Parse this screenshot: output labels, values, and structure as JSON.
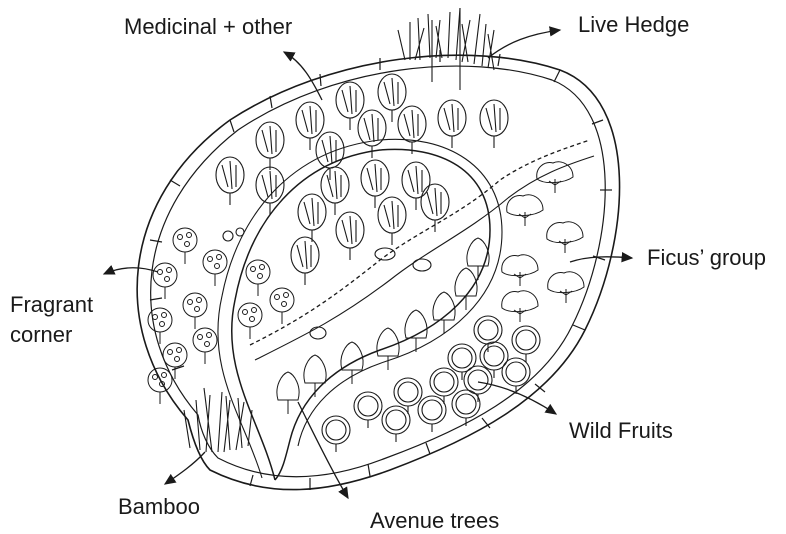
{
  "labels": {
    "medicinal": "Medicinal + other",
    "live_hedge": "Live Hedge",
    "ficus": "Ficus’ group",
    "fragrant_line1": "Fragrant",
    "fragrant_line2": "corner",
    "wild_fruits": "Wild Fruits",
    "bamboo": "Bamboo",
    "avenue_trees": "Avenue trees"
  },
  "colors": {
    "ink": "#1a1a1a",
    "paper": "#ffffff"
  }
}
